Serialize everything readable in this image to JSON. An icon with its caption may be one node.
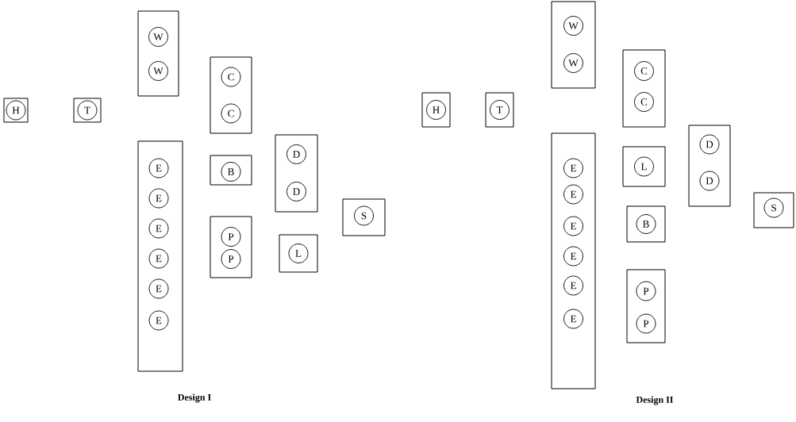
{
  "diagram": {
    "nodes": [
      {
        "text": [],
        "shape": "box"
      },
      {
        "text": [
          "H"
        ],
        "in": 0
      },
      {
        "text": [],
        "shape": "box"
      },
      {
        "text": [
          "T"
        ],
        "in": 2
      },
      {
        "text": [],
        "shape": "box"
      },
      {
        "text": [
          "W"
        ],
        "in": 4
      },
      {
        "text": [
          "W"
        ],
        "in": 4
      },
      {
        "text": [],
        "shape": "box"
      },
      {
        "text": [
          "E"
        ],
        "in": 7
      },
      {
        "text": [
          "E"
        ],
        "in": 7
      },
      {
        "text": [
          "E"
        ],
        "in": 7
      },
      {
        "text": [
          "E"
        ],
        "in": 7
      },
      {
        "text": [
          "E"
        ],
        "in": 7
      },
      {
        "text": [
          "E"
        ],
        "in": 7
      },
      {
        "text": [],
        "shape": "box"
      },
      {
        "text": [
          "C"
        ],
        "in": 14
      },
      {
        "text": [
          "C"
        ],
        "in": 14
      },
      {
        "text": [],
        "shape": "box"
      },
      {
        "text": [
          "B"
        ],
        "in": 17
      },
      {
        "text": [],
        "shape": "box"
      },
      {
        "text": [
          "P"
        ],
        "in": 19
      },
      {
        "text": [
          "P"
        ],
        "in": 19
      },
      {
        "text": [],
        "shape": "box"
      },
      {
        "text": [
          "D"
        ],
        "in": 22
      },
      {
        "text": [
          "D"
        ],
        "in": 22
      },
      {
        "text": [],
        "shape": "box"
      },
      {
        "text": [
          "L"
        ],
        "in": 25
      },
      {
        "text": [],
        "shape": "box"
      },
      {
        "text": [
          "S"
        ],
        "in": 27
      },
      {
        "text": [],
        "shape": "box"
      },
      {
        "text": [
          "H"
        ],
        "in": 29
      },
      {
        "text": [],
        "shape": "box"
      },
      {
        "text": [
          "T"
        ],
        "in": 31
      },
      {
        "text": [],
        "shape": "box"
      },
      {
        "text": [
          "W"
        ],
        "in": 33
      },
      {
        "text": [
          "W"
        ],
        "in": 33
      },
      {
        "text": [],
        "shape": "box"
      },
      {
        "text": [
          "E"
        ],
        "in": 36
      },
      {
        "text": [
          "E"
        ],
        "in": 36
      },
      {
        "text": [
          "E"
        ],
        "in": 36
      },
      {
        "text": [
          "E"
        ],
        "in": 36
      },
      {
        "text": [
          "E"
        ],
        "in": 36
      },
      {
        "text": [
          "E"
        ],
        "in": 36
      },
      {
        "text": [],
        "shape": "box"
      },
      {
        "text": [
          "C"
        ],
        "in": 43
      },
      {
        "text": [
          "C"
        ],
        "in": 43
      },
      {
        "text": [],
        "shape": "box"
      },
      {
        "text": [
          "L"
        ],
        "in": 46
      },
      {
        "text": [],
        "shape": "box"
      },
      {
        "text": [
          "B"
        ],
        "in": 48
      },
      {
        "text": [],
        "shape": "box"
      },
      {
        "text": [
          "P"
        ],
        "in": 50
      },
      {
        "text": [
          "P"
        ],
        "in": 50
      },
      {
        "text": [],
        "shape": "box"
      },
      {
        "text": [
          "D"
        ],
        "in": 53
      },
      {
        "text": [
          "D"
        ],
        "in": 53
      },
      {
        "text": [],
        "shape": "box"
      },
      {
        "text": [
          "S"
        ],
        "in": 56
      }
    ],
    "labels": [
      "Design I",
      "Design II"
    ]
  }
}
